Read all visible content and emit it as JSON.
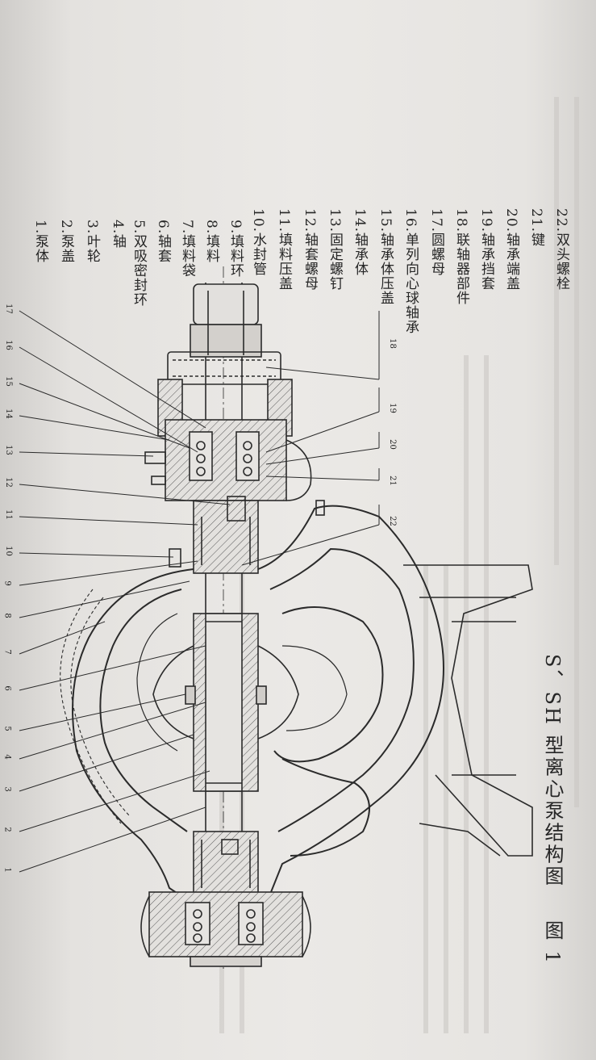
{
  "caption": {
    "figure_label": "图 1",
    "title": "S、SH 型离心泵结构图"
  },
  "legend": [
    {
      "num": "1.",
      "name": "泵体"
    },
    {
      "num": "2.",
      "name": "泵盖"
    },
    {
      "num": "3.",
      "name": "叶轮"
    },
    {
      "num": "4.",
      "name": "轴"
    },
    {
      "num": "5.",
      "name": "双吸密封环"
    },
    {
      "num": "6.",
      "name": "轴套"
    },
    {
      "num": "7.",
      "name": "填料袋"
    },
    {
      "num": "8.",
      "name": "填料"
    },
    {
      "num": "9.",
      "name": "填料环"
    },
    {
      "num": "10.",
      "name": "水封管"
    },
    {
      "num": "11.",
      "name": "填料压盖"
    },
    {
      "num": "12.",
      "name": "轴套螺母"
    },
    {
      "num": "13.",
      "name": "固定螺钉"
    },
    {
      "num": "14.",
      "name": "轴承体"
    },
    {
      "num": "15.",
      "name": "轴承体压盖"
    },
    {
      "num": "16.",
      "name": "单列向心球轴承"
    },
    {
      "num": "17.",
      "name": "圆螺母"
    },
    {
      "num": "18.",
      "name": "联轴器部件"
    },
    {
      "num": "19.",
      "name": "轴承挡套"
    },
    {
      "num": "20.",
      "name": "轴承端盖"
    },
    {
      "num": "21.",
      "name": "键"
    },
    {
      "num": "22.",
      "name": "双头螺栓"
    }
  ],
  "callouts": [
    "1",
    "2",
    "3",
    "4",
    "5",
    "6",
    "7",
    "8",
    "9",
    "10",
    "11",
    "12",
    "13",
    "14",
    "15",
    "16",
    "17",
    "18",
    "19",
    "20",
    "21",
    "22"
  ],
  "colors": {
    "ink": "#262626",
    "paper": "#e8e6e3"
  }
}
